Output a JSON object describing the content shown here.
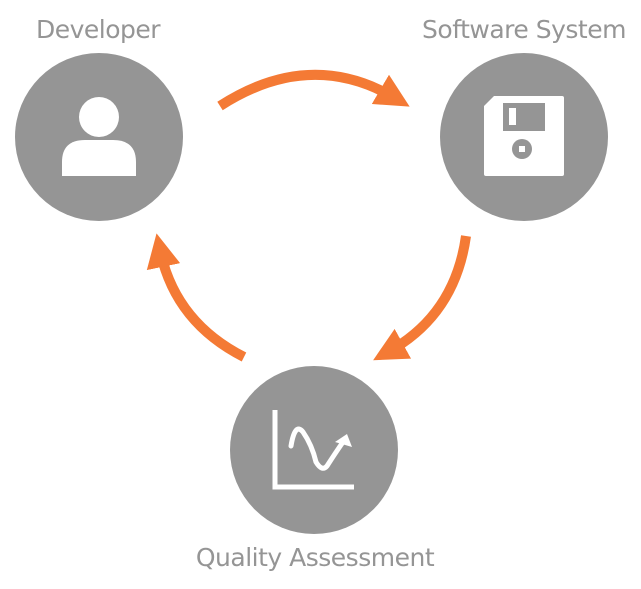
{
  "nodes": [
    {
      "label": "Developer",
      "icon": "person-icon"
    },
    {
      "label": "Software System",
      "icon": "floppy-disk-icon"
    },
    {
      "label": "Quality Assessment",
      "icon": "chart-trend-icon"
    }
  ],
  "colors": {
    "circle": "#959595",
    "arrow": "#F47A35",
    "icon": "#ffffff",
    "label": "#959595"
  }
}
